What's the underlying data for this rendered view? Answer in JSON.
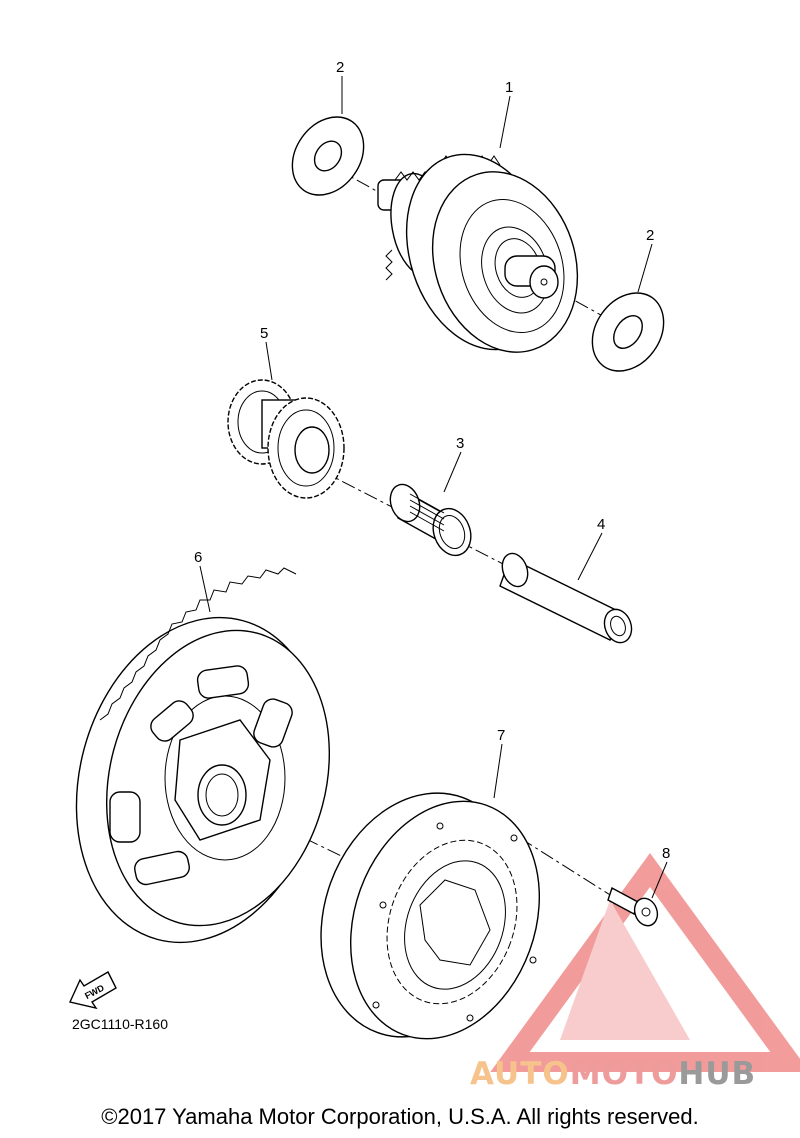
{
  "callouts": [
    "1",
    "2",
    "2",
    "3",
    "4",
    "5",
    "6",
    "7",
    "8"
  ],
  "fwd_arrow_text": "FWD",
  "diagram_code": "2GC1110-R160",
  "copyright": "©2017 Yamaha Motor Corporation, U.S.A. All rights reserved.",
  "watermark": {
    "part1": "AUTO",
    "part2": "MOTO",
    "part3": "HUB"
  },
  "colors": {
    "line": "#000000",
    "watermark_red": "#e84b4b",
    "watermark_orange": "#f2a65a",
    "watermark_gray": "#808080"
  }
}
